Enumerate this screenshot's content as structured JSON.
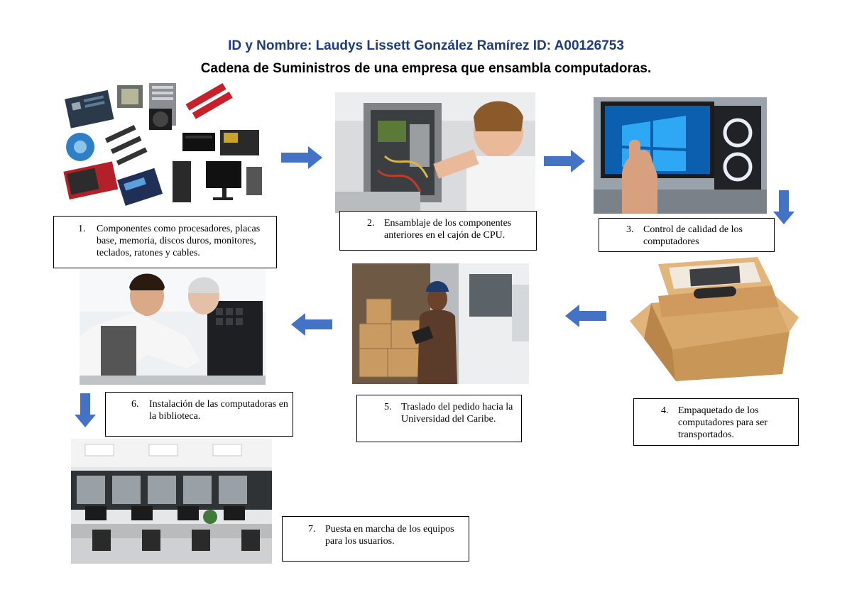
{
  "header": {
    "line1": "ID y Nombre: Laudys Lissett González Ramírez ID: A00126753",
    "line2": "Cadena de Suministros de una empresa que ensambla computadoras."
  },
  "steps": [
    {
      "num": "1.",
      "text": "Componentes como procesadores, placas base, memoria, discos duros, monitores, teclados, ratones y cables."
    },
    {
      "num": "2.",
      "text": "Ensamblaje de los componentes anteriores en el cajón de CPU."
    },
    {
      "num": "3.",
      "text": "Control de calidad de los computadores"
    },
    {
      "num": "4.",
      "text": "Empaquetado de los computadores para ser transportados."
    },
    {
      "num": "5.",
      "text": "Traslado del pedido hacia la Universidad del Caribe."
    },
    {
      "num": "6.",
      "text": "Instalación de las computadoras en la biblioteca."
    },
    {
      "num": "7.",
      "text": "Puesta en marcha de los equipos para los usuarios."
    }
  ],
  "icons": {
    "arrow_color": "#4472c4"
  }
}
